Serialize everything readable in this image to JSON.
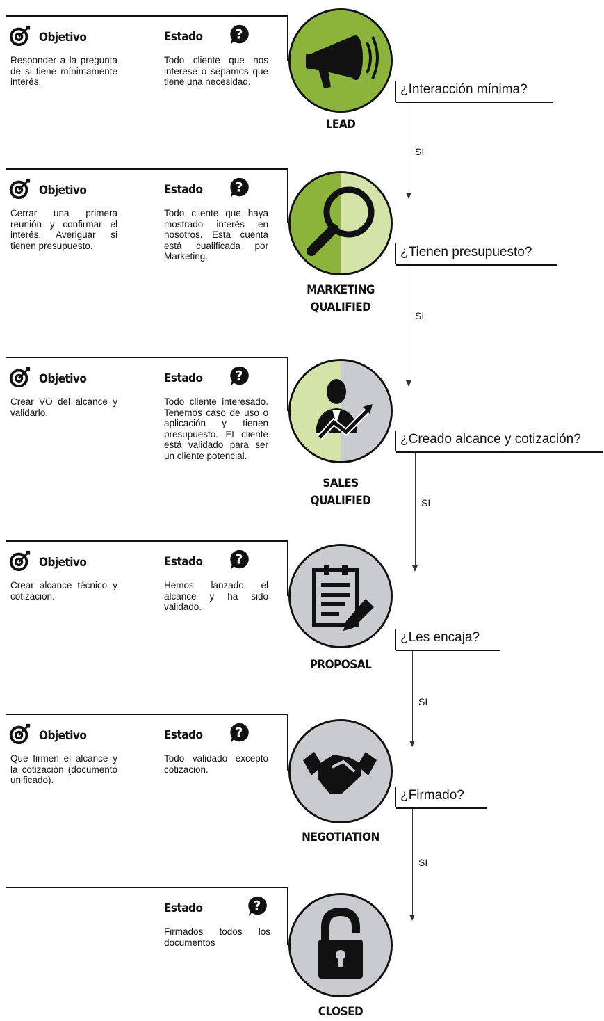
{
  "labels": {
    "objetivo": "Objetivo",
    "estado": "Estado",
    "si": "SI"
  },
  "colors": {
    "green": "#8cb43c",
    "light_green": "#d4e4a8",
    "grey": "#c9cbd0",
    "ink": "#111111"
  },
  "stages": [
    {
      "name_lines": [
        "LEAD"
      ],
      "icon": "megaphone-icon",
      "objetivo": "Responder a la pregunta de si tiene mínimamente interés.",
      "estado": "Todo cliente que nos interese o sepamos que tiene una necesidad.",
      "fill": [
        "green",
        "green"
      ]
    },
    {
      "name_lines": [
        "MARKETING",
        "QUALIFIED"
      ],
      "icon": "magnifier-icon",
      "objetivo": "Cerrar una primera reunión y confirmar el interés. Averiguar si tienen presupuesto.",
      "estado": "Todo cliente que haya mostrado interés en nosotros. Esta cuenta está cualificada por Marketing.",
      "fill": [
        "green",
        "light_green"
      ]
    },
    {
      "name_lines": [
        "SALES",
        "QUALIFIED"
      ],
      "icon": "businessman-growth-icon",
      "objetivo": "Crear VO del alcance y validarlo.",
      "estado": "Todo cliente interesado. Tenemos caso de uso o aplicación y tienen presupuesto. El cliente está validado para ser un cliente potencial.",
      "fill": [
        "light_green",
        "grey"
      ]
    },
    {
      "name_lines": [
        "PROPOSAL"
      ],
      "icon": "clipboard-pen-icon",
      "objetivo": "Crear alcance técnico y cotización.",
      "estado": "Hemos lanzado el alcance y ha sido validado.",
      "fill": [
        "grey",
        "grey"
      ]
    },
    {
      "name_lines": [
        "NEGOTIATION"
      ],
      "icon": "handshake-icon",
      "objetivo": "Que firmen el alcance y la cotización (documento unificado).",
      "estado": "Todo validado excepto cotizacion.",
      "fill": [
        "grey",
        "grey"
      ]
    },
    {
      "name_lines": [
        "CLOSED"
      ],
      "icon": "padlock-icon",
      "objetivo": "",
      "estado": "Firmados todos los documentos",
      "fill": [
        "grey",
        "grey"
      ]
    }
  ],
  "questions": [
    "¿Interacción mínima?",
    "¿Tienen presupuesto?",
    "¿Creado alcance y cotización?",
    "¿Les encaja?",
    "¿Firmado?"
  ]
}
